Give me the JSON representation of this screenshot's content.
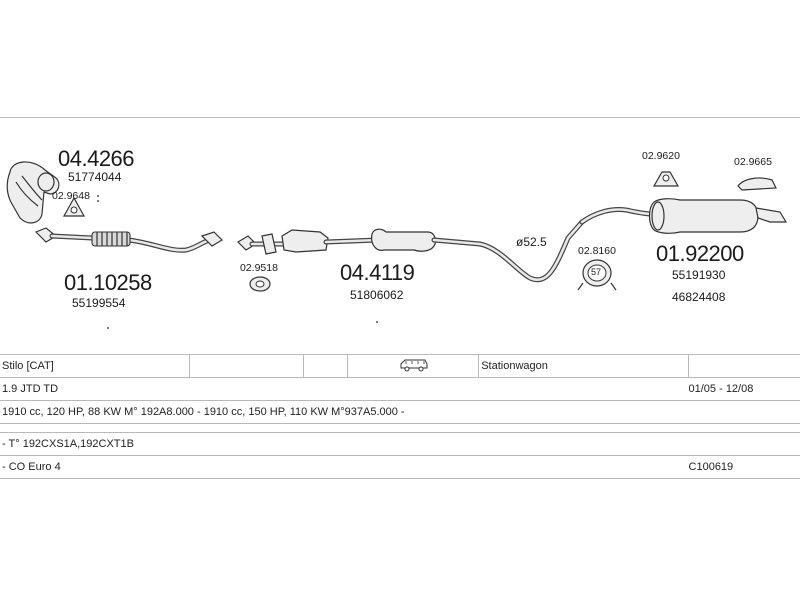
{
  "parts": {
    "p044266": {
      "code": "04.4266",
      "oe": "51774044"
    },
    "p029648": {
      "code": "02.9648"
    },
    "p0110258": {
      "code": "01.10258",
      "oe": "55199554"
    },
    "p029518": {
      "code": "02.9518"
    },
    "p044119": {
      "code": "04.4119",
      "oe": "51806062"
    },
    "dia": {
      "code": "ø52.5"
    },
    "p028160": {
      "code": "02.8160",
      "badge": "57"
    },
    "p029620": {
      "code": "02.9620"
    },
    "p029665": {
      "code": "02.9665"
    },
    "p0192200": {
      "code": "01.92200",
      "oe1": "55191930",
      "oe2": "46824408"
    }
  },
  "spec": {
    "model": "Stilo  [CAT]",
    "body": "Stationwagon",
    "engine": "1.9 JTD TD",
    "period": "01/05 - 12/08",
    "engines_detail": "1910 cc, 120 HP, 88 KW M° 192A8.000 - 1910 cc, 150 HP, 110 KW M°937A5.000 -",
    "types": "- T° 192CXS1A,192CXT1B",
    "emission": "- CO Euro 4",
    "catalog": "C100619"
  }
}
